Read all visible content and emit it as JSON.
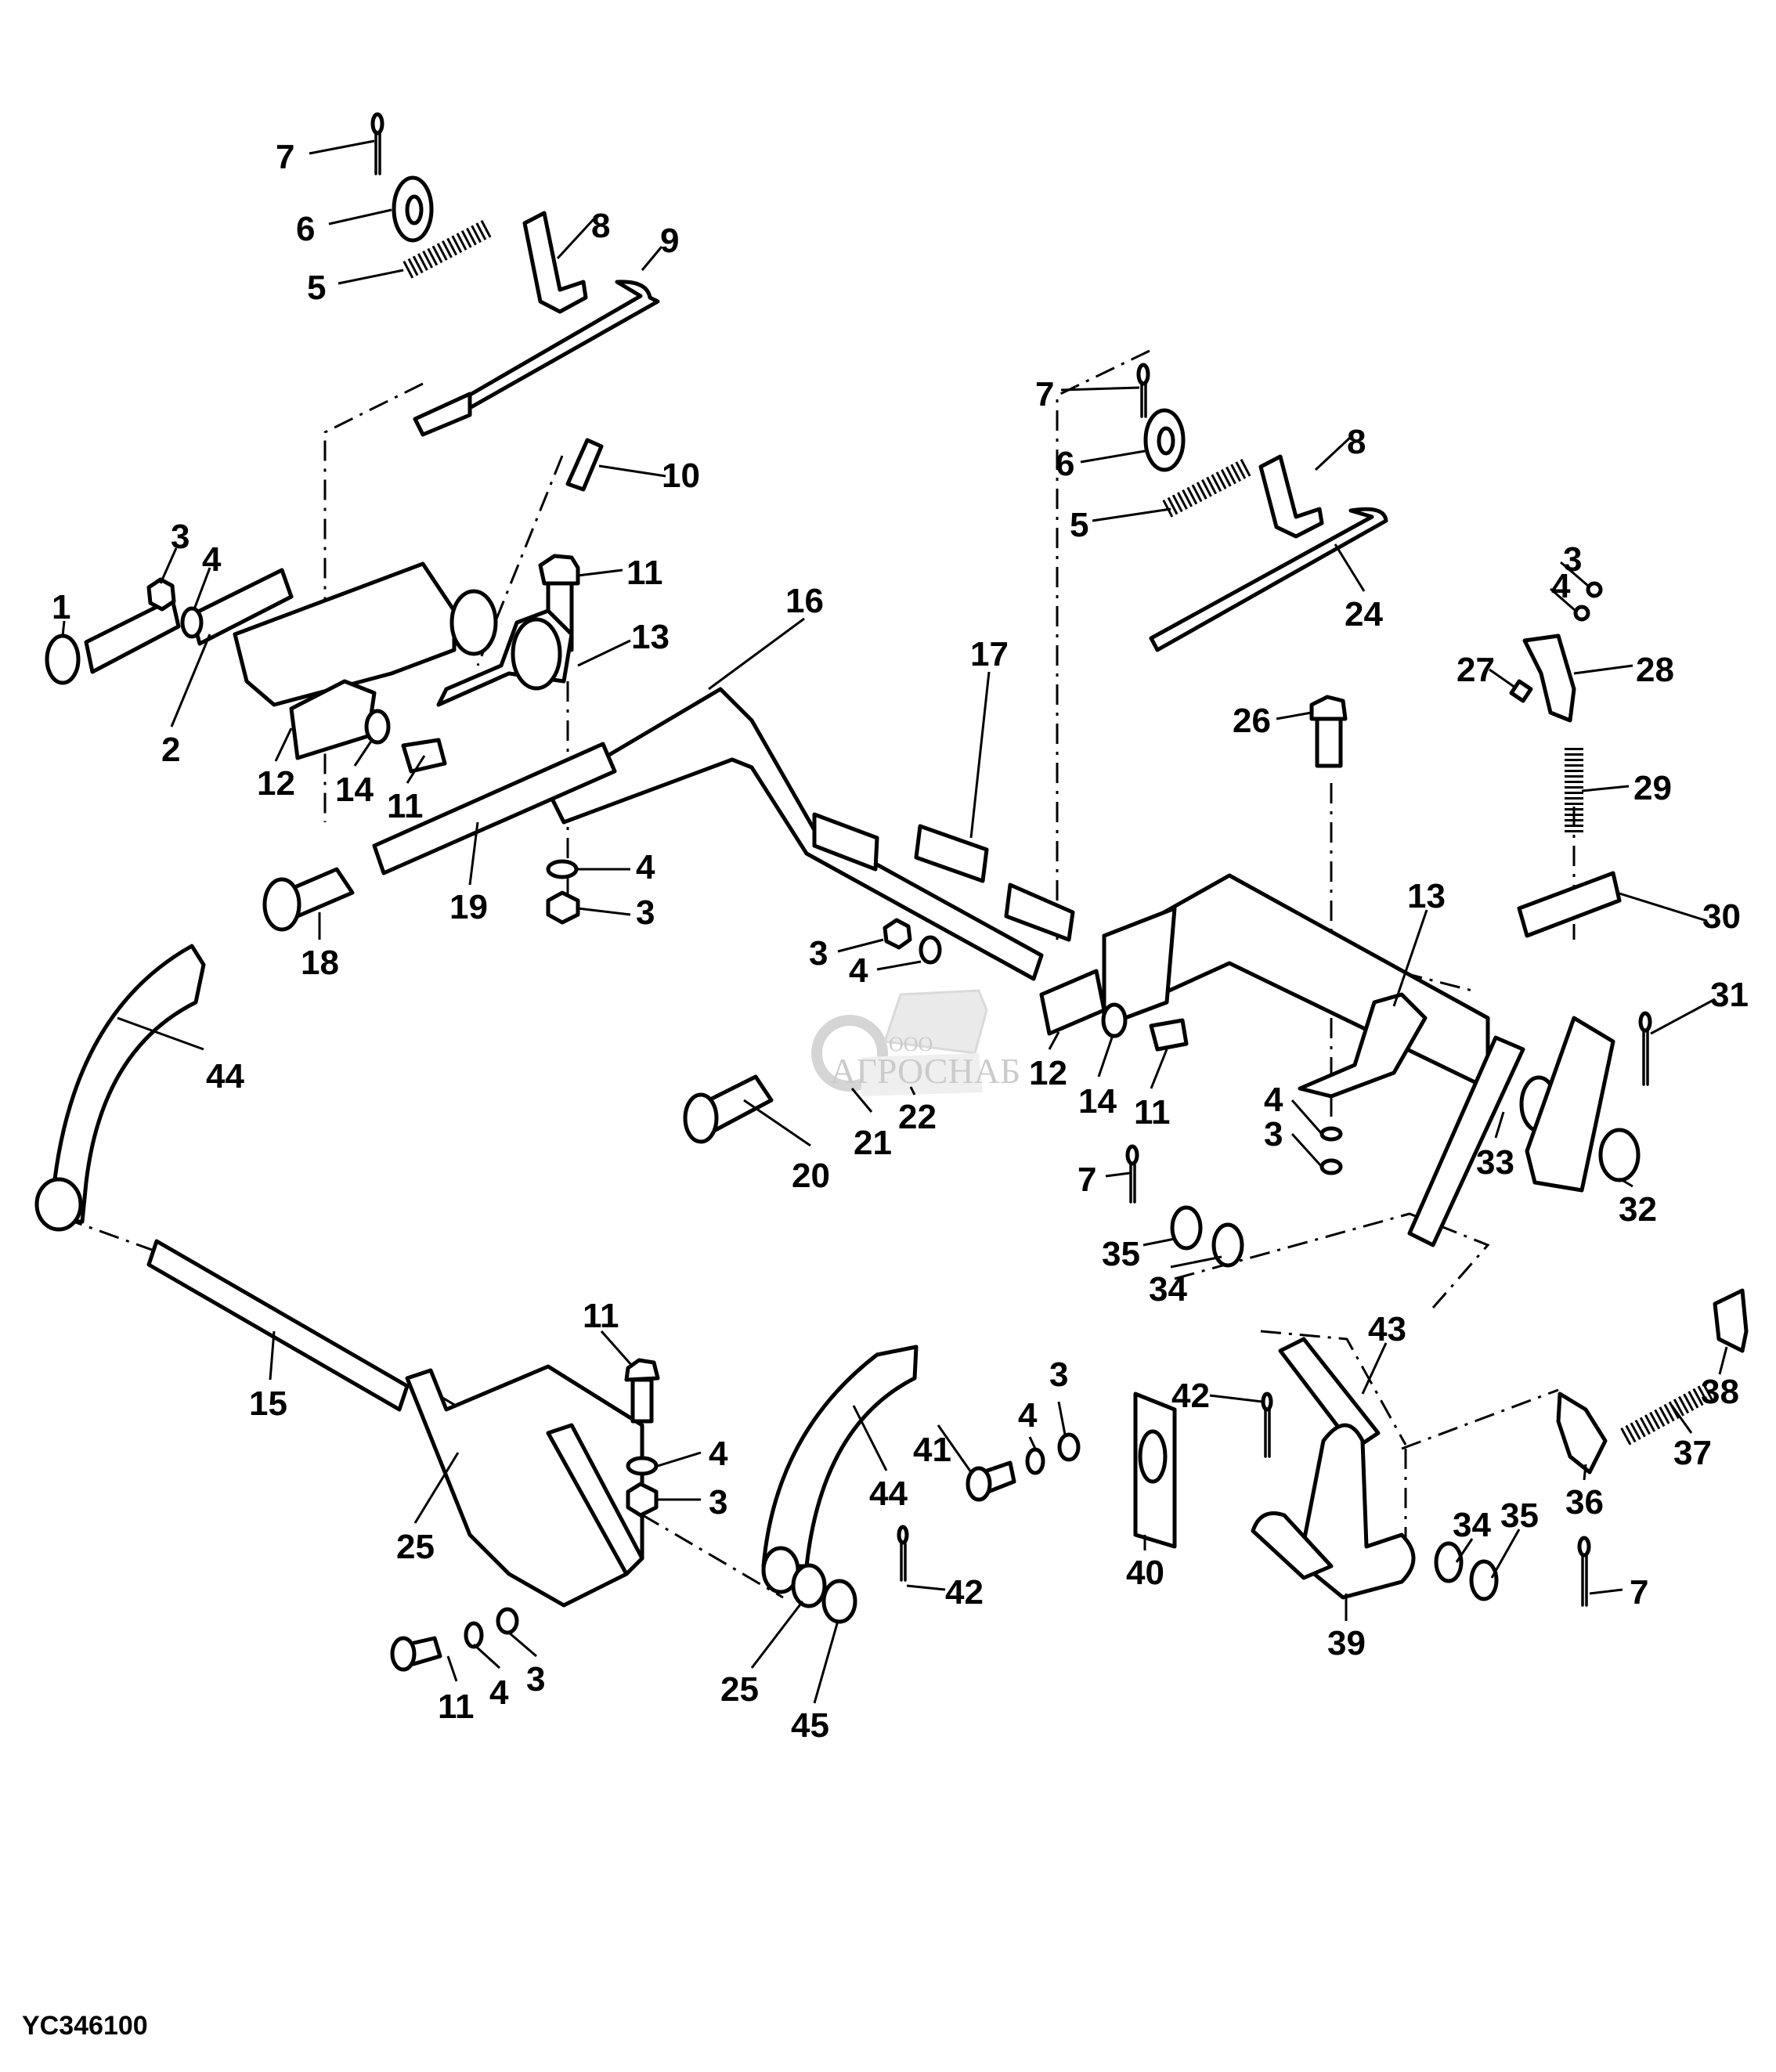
{
  "diagram": {
    "type": "exploded parts diagram",
    "figure_id": "YC346100",
    "watermark": {
      "prefix": "ООО",
      "name": "АГРОСНАБ"
    },
    "callouts": [
      {
        "id": "c7a",
        "label": "7"
      },
      {
        "id": "c6a",
        "label": "6"
      },
      {
        "id": "c5a",
        "label": "5"
      },
      {
        "id": "c8a",
        "label": "8"
      },
      {
        "id": "c9",
        "label": "9"
      },
      {
        "id": "c10",
        "label": "10"
      },
      {
        "id": "c11a",
        "label": "11"
      },
      {
        "id": "c13a",
        "label": "13"
      },
      {
        "id": "c3a",
        "label": "3"
      },
      {
        "id": "c4a",
        "label": "4"
      },
      {
        "id": "c1",
        "label": "1"
      },
      {
        "id": "c2",
        "label": "2"
      },
      {
        "id": "c12a",
        "label": "12"
      },
      {
        "id": "c14a",
        "label": "14"
      },
      {
        "id": "c11b",
        "label": "11"
      },
      {
        "id": "c16",
        "label": "16"
      },
      {
        "id": "c17",
        "label": "17"
      },
      {
        "id": "c19",
        "label": "19"
      },
      {
        "id": "c4b",
        "label": "4"
      },
      {
        "id": "c3b",
        "label": "3"
      },
      {
        "id": "c18",
        "label": "18"
      },
      {
        "id": "c7b",
        "label": "7"
      },
      {
        "id": "c6b",
        "label": "6"
      },
      {
        "id": "c5b",
        "label": "5"
      },
      {
        "id": "c8b",
        "label": "8"
      },
      {
        "id": "c24",
        "label": "24"
      },
      {
        "id": "c3c",
        "label": "3"
      },
      {
        "id": "c4c",
        "label": "4"
      },
      {
        "id": "c27",
        "label": "27"
      },
      {
        "id": "c28",
        "label": "28"
      },
      {
        "id": "c26",
        "label": "26"
      },
      {
        "id": "c29",
        "label": "29"
      },
      {
        "id": "c13b",
        "label": "13"
      },
      {
        "id": "c30",
        "label": "30"
      },
      {
        "id": "c31",
        "label": "31"
      },
      {
        "id": "c33",
        "label": "33"
      },
      {
        "id": "c32",
        "label": "32"
      },
      {
        "id": "c3d",
        "label": "3"
      },
      {
        "id": "c4d",
        "label": "4"
      },
      {
        "id": "c12b",
        "label": "12"
      },
      {
        "id": "c14b",
        "label": "14"
      },
      {
        "id": "c11c",
        "label": "11"
      },
      {
        "id": "c4e",
        "label": "4"
      },
      {
        "id": "c3e",
        "label": "3"
      },
      {
        "id": "c22",
        "label": "22"
      },
      {
        "id": "c21",
        "label": "21"
      },
      {
        "id": "c20",
        "label": "20"
      },
      {
        "id": "c7c",
        "label": "7"
      },
      {
        "id": "c35a",
        "label": "35"
      },
      {
        "id": "c34a",
        "label": "34"
      },
      {
        "id": "c44a",
        "label": "44"
      },
      {
        "id": "c15",
        "label": "15"
      },
      {
        "id": "c11d",
        "label": "11"
      },
      {
        "id": "c4f",
        "label": "4"
      },
      {
        "id": "c3f",
        "label": "3"
      },
      {
        "id": "c25a",
        "label": "25"
      },
      {
        "id": "c11e",
        "label": "11"
      },
      {
        "id": "c4g",
        "label": "4"
      },
      {
        "id": "c3g",
        "label": "3"
      },
      {
        "id": "c25b",
        "label": "25"
      },
      {
        "id": "c45",
        "label": "45"
      },
      {
        "id": "c44b",
        "label": "44"
      },
      {
        "id": "c42a",
        "label": "42"
      },
      {
        "id": "c41",
        "label": "41"
      },
      {
        "id": "c4h",
        "label": "4"
      },
      {
        "id": "c3h",
        "label": "3"
      },
      {
        "id": "c40",
        "label": "40"
      },
      {
        "id": "c42b",
        "label": "42"
      },
      {
        "id": "c43",
        "label": "43"
      },
      {
        "id": "c39",
        "label": "39"
      },
      {
        "id": "c34b",
        "label": "34"
      },
      {
        "id": "c35b",
        "label": "35"
      },
      {
        "id": "c36",
        "label": "36"
      },
      {
        "id": "c37",
        "label": "37"
      },
      {
        "id": "c38",
        "label": "38"
      },
      {
        "id": "c7d",
        "label": "7"
      }
    ]
  }
}
